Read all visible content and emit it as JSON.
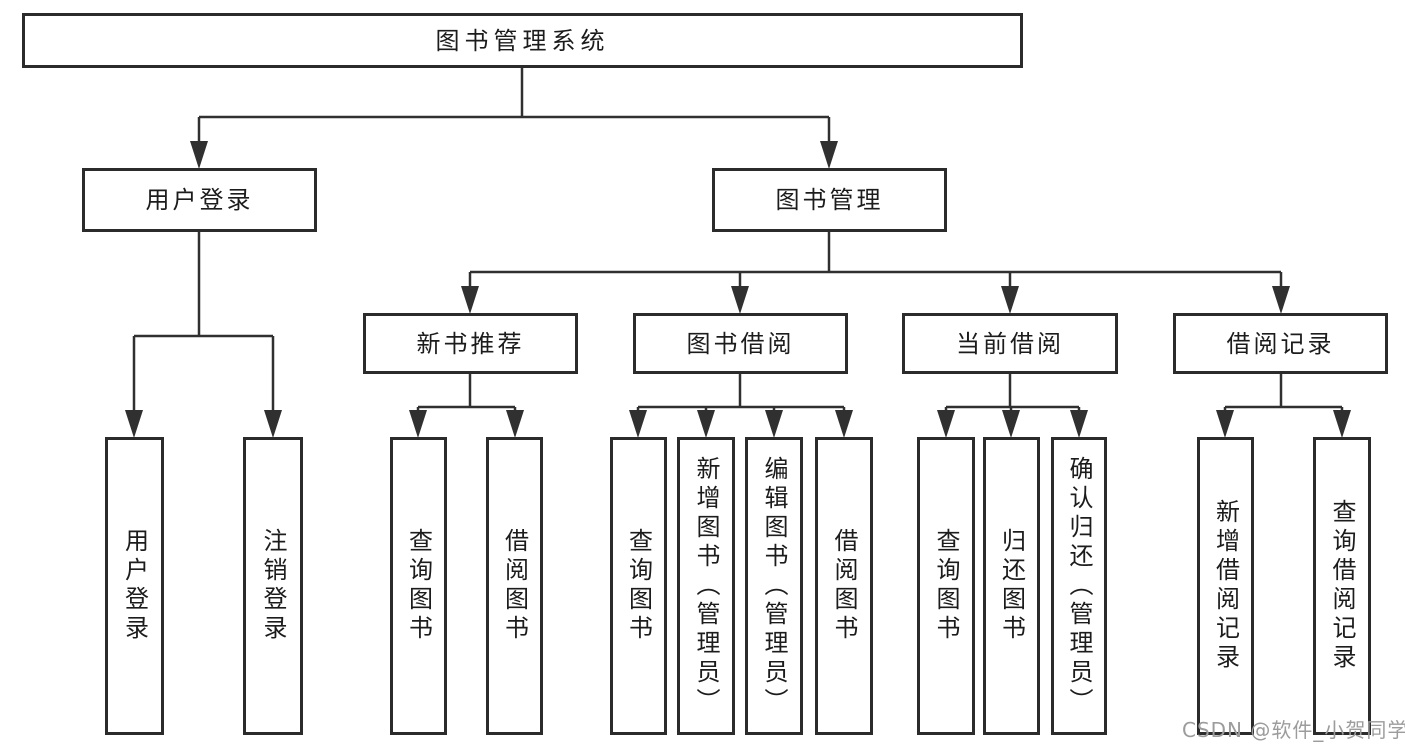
{
  "diagram": {
    "type": "hierarchy-tree",
    "title": "图书管理系统",
    "colors": {
      "background": "#ffffff",
      "box_border": "#2b2b2b",
      "connector_line": "#303030",
      "text": "#1c1c1c",
      "watermark_text": "#9c9c9c"
    },
    "tree": {
      "root": {
        "label": "图书管理系统"
      },
      "user_login": {
        "label": "用户登录",
        "children": [
          "用户登录",
          "注销登录"
        ]
      },
      "book_mgmt": {
        "label": "图书管理",
        "sections": [
          {
            "label": "新书推荐",
            "children": [
              "查询图书",
              "借阅图书"
            ]
          },
          {
            "label": "图书借阅",
            "children": [
              "查询图书",
              "新增图书（管理员）",
              "编辑图书（管理员）",
              "借阅图书"
            ]
          },
          {
            "label": "当前借阅",
            "children": [
              "查询图书",
              "归还图书",
              "确认归还（管理员）"
            ]
          },
          {
            "label": "借阅记录",
            "children": [
              "新增借阅记录",
              "查询借阅记录"
            ]
          }
        ]
      }
    },
    "watermark": {
      "text": "CSDN @软件_小贺同学"
    }
  }
}
